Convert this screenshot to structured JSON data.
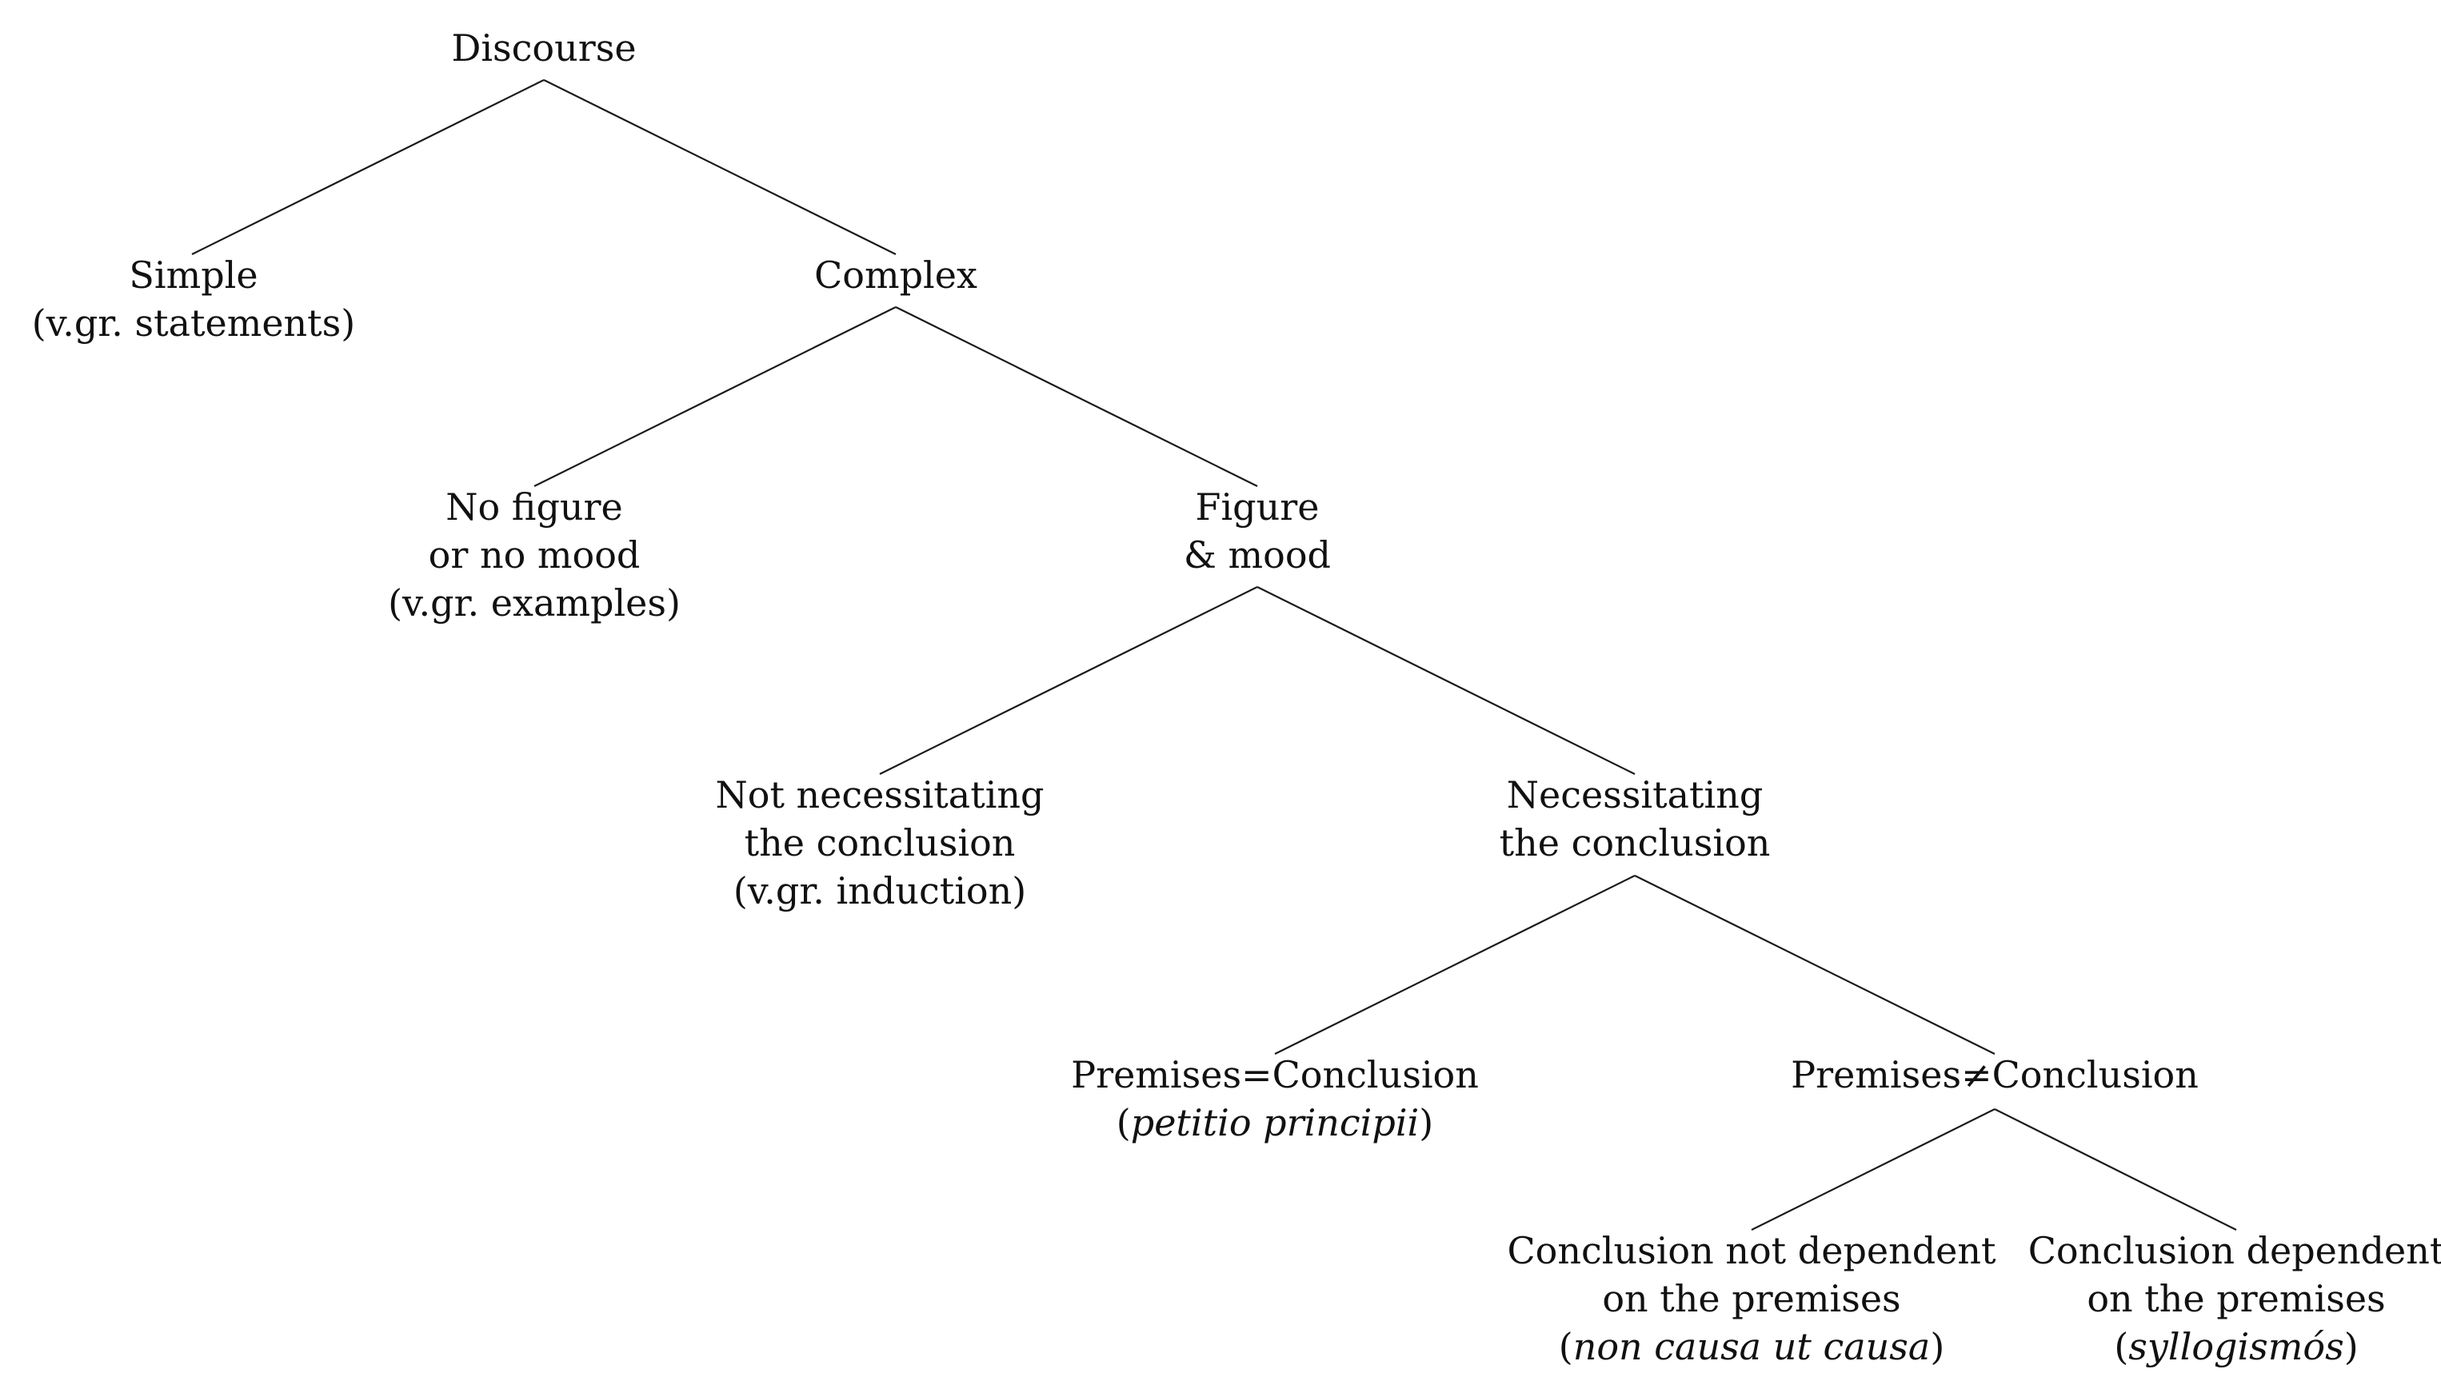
{
  "diagram": {
    "nodes": {
      "discourse": {
        "lines": [
          "Discourse"
        ]
      },
      "simple": {
        "lines": [
          "Simple",
          "(v.gr. statements)"
        ]
      },
      "complex": {
        "lines": [
          "Complex"
        ]
      },
      "no_figure": {
        "lines": [
          "No figure",
          "or no mood",
          "(v.gr. examples)"
        ]
      },
      "figure_mood": {
        "lines": [
          "Figure",
          "& mood"
        ]
      },
      "not_necessitating": {
        "lines": [
          "Not necessitating",
          "the conclusion",
          "(v.gr. induction)"
        ]
      },
      "necessitating": {
        "lines": [
          "Necessitating",
          "the conclusion"
        ]
      },
      "premises_equal": {
        "line1": "Premises=Conclusion",
        "line2": {
          "open": "(",
          "italic": "petitio principii",
          "close": ")"
        }
      },
      "premises_not_equal": {
        "lines": [
          "Premises≠Conclusion"
        ]
      },
      "not_dependent": {
        "line1": "Conclusion not dependent",
        "line2": "on the premises",
        "line3": {
          "open": "(",
          "italic": "non causa ut causa",
          "close": ")"
        }
      },
      "dependent": {
        "line1": "Conclusion dependent",
        "line2": "on the premises",
        "line3": {
          "open": "(",
          "italic": "syllogismós",
          "close": ")"
        }
      }
    },
    "edges": [
      {
        "from": "discourse",
        "to": "simple"
      },
      {
        "from": "discourse",
        "to": "complex"
      },
      {
        "from": "complex",
        "to": "no_figure"
      },
      {
        "from": "complex",
        "to": "figure_mood"
      },
      {
        "from": "figure_mood",
        "to": "not_necessitating"
      },
      {
        "from": "figure_mood",
        "to": "necessitating"
      },
      {
        "from": "necessitating",
        "to": "premises_equal"
      },
      {
        "from": "necessitating",
        "to": "premises_not_equal"
      },
      {
        "from": "premises_not_equal",
        "to": "not_dependent"
      },
      {
        "from": "premises_not_equal",
        "to": "dependent"
      }
    ]
  }
}
